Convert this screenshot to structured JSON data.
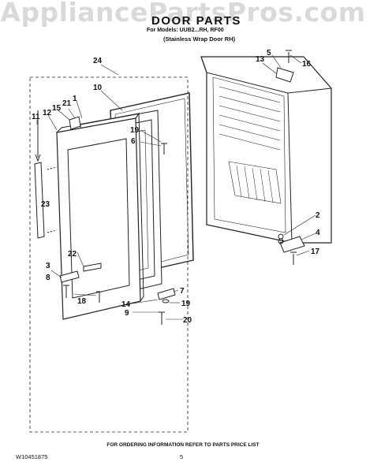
{
  "watermark": "AppliancePartsPros.com",
  "header": {
    "title": "DOOR PARTS",
    "models_line": "For Models: UUB2...RH, RF00",
    "variant_line": "(Stainless Wrap Door RH)"
  },
  "callouts": [
    "24",
    "10",
    "1",
    "15",
    "21",
    "11",
    "12",
    "19",
    "6",
    "3",
    "8",
    "18",
    "22",
    "23",
    "7",
    "14",
    "9",
    "19",
    "20",
    "5",
    "16",
    "13",
    "2",
    "4",
    "17"
  ],
  "footer": {
    "note": "FOR ORDERING INFORMATION REFER TO PARTS PRICE LIST",
    "doc_id": "W10451875",
    "page": "5"
  }
}
